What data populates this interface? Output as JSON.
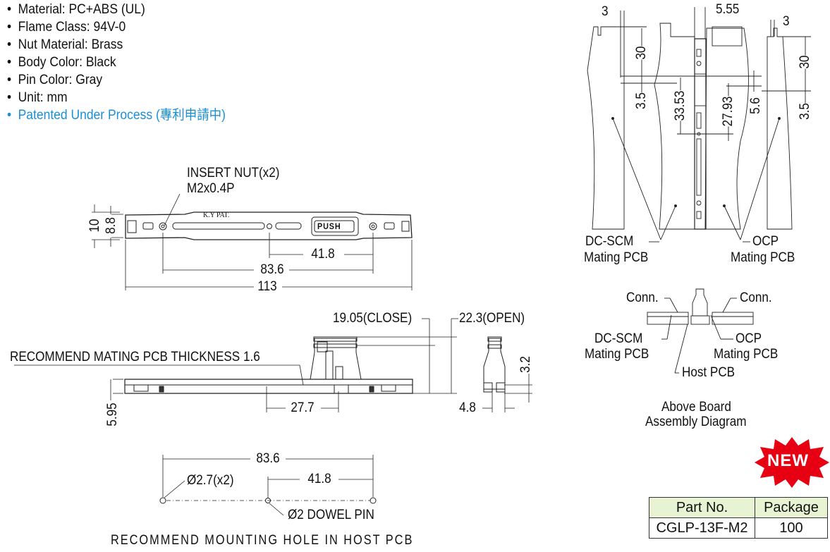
{
  "specs": [
    {
      "text": "Material: PC+ABS (UL)"
    },
    {
      "text": "Flame Class: 94V-0"
    },
    {
      "text": "Nut Material: Brass"
    },
    {
      "text": "Body Color: Black"
    },
    {
      "text": "Pin Color: Gray"
    },
    {
      "text": "Unit: mm"
    },
    {
      "text": "Patented Under Process (專利申請中)"
    }
  ],
  "top_view": {
    "insert_nut": "INSERT  NUT(x2)",
    "nut_thread": "M2x0.4P",
    "dim_height": "10",
    "dim_inner": "8.8",
    "dim_41_8": "41.8",
    "dim_83_6": "83.6",
    "dim_113": "113",
    "part_mark": "K.Y PAT.",
    "push_label": "PUSH"
  },
  "side_view": {
    "close": "19.05(CLOSE)",
    "open": "22.3(OPEN)",
    "pcb_thickness": "RECOMMEND MATING PCB THICKNESS 1.6",
    "dim_5_95": "5.95",
    "dim_27_7": "27.7",
    "dim_4_8": "4.8",
    "dim_3_2": "3.2"
  },
  "mounting": {
    "dim_83_6": "83.6",
    "hole": "Ø2.7(x2)",
    "dim_41_8": "41.8",
    "dowel": "Ø2 DOWEL PIN",
    "caption": "RECOMMEND MOUNTING HOLE IN HOST PCB"
  },
  "mating_view": {
    "dim_3_left": "3",
    "dim_5_55": "5.55",
    "dim_3_right": "3",
    "dim_30_left": "30",
    "dim_3_5_left": "3.5",
    "dim_33_53": "33.53",
    "dim_27_93": "27.93",
    "dim_5_6": "5.6",
    "dim_30_right": "30",
    "dim_3_5_right": "3.5",
    "dcscm": "DC-SCM",
    "dcscm_sub": "Mating PCB",
    "ocp": "OCP",
    "ocp_sub": "Mating PCB"
  },
  "assembly": {
    "conn_left": "Conn.",
    "conn_right": "Conn.",
    "dcscm": "DC-SCM",
    "dcscm_sub": "Mating PCB",
    "ocp": "OCP",
    "ocp_sub": "Mating PCB",
    "host": "Host PCB",
    "caption1": "Above  Board",
    "caption2": "Assembly  Diagram"
  },
  "badge": "NEW",
  "table": {
    "headers": [
      "Part No.",
      "Package"
    ],
    "rows": [
      [
        "CGLP-13F-M2",
        "100"
      ]
    ]
  },
  "colors": {
    "accent_blue": "#1a8fd6",
    "badge_red": "#e60012",
    "table_header": "#e8f3d3"
  }
}
